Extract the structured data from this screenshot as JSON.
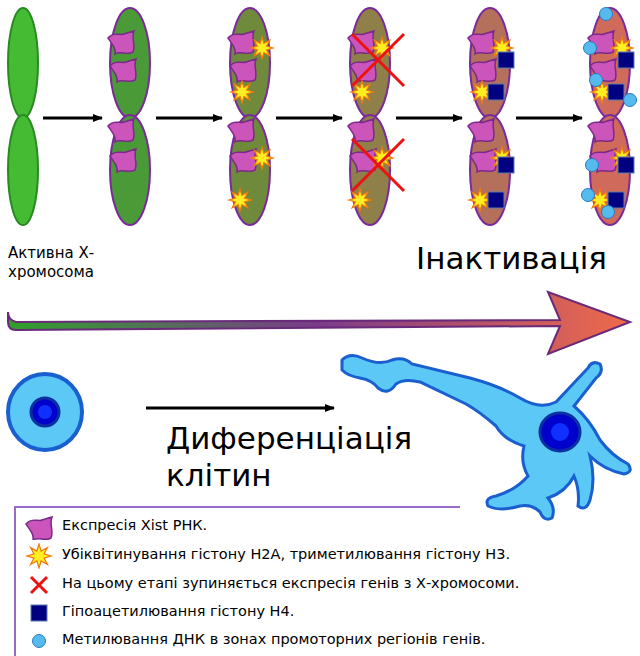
{
  "diagram": {
    "labels": [
      "Активна Х-хромосома",
      "Інактивація",
      "Диференціація клітин"
    ],
    "legend": [
      {
        "text": "Експресія Xist РНК."
      },
      {
        "text": "Убіквітинування гістону H2A, триметилювання гістону H3."
      },
      {
        "text": "На цьому етапі зупиняється експресія генів з Х-хромосоми."
      },
      {
        "text": "Гіпоацетилювання гістону H4.",
        "color": "#000080"
      },
      {
        "text": "Метилювання ДНК в зонах промоторних регіонів генів."
      }
    ]
  }
}
